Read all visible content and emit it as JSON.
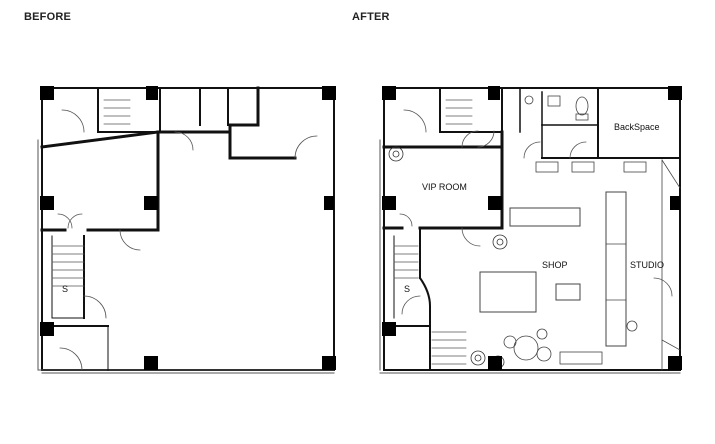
{
  "headings": {
    "before": "BEFORE",
    "after": "AFTER"
  },
  "labels": {
    "vip_room": "VIP ROOM",
    "back_space": "BackSpace",
    "shop": "SHOP",
    "studio": "STUDIO",
    "stair_mark": "S"
  },
  "colors": {
    "wall": "#000000",
    "line": "#333333",
    "thin": "#888888",
    "background": "#ffffff"
  },
  "icons": [
    "plant-icon",
    "toilet-icon",
    "sink-icon",
    "door-swing-icon",
    "stair-icon"
  ]
}
